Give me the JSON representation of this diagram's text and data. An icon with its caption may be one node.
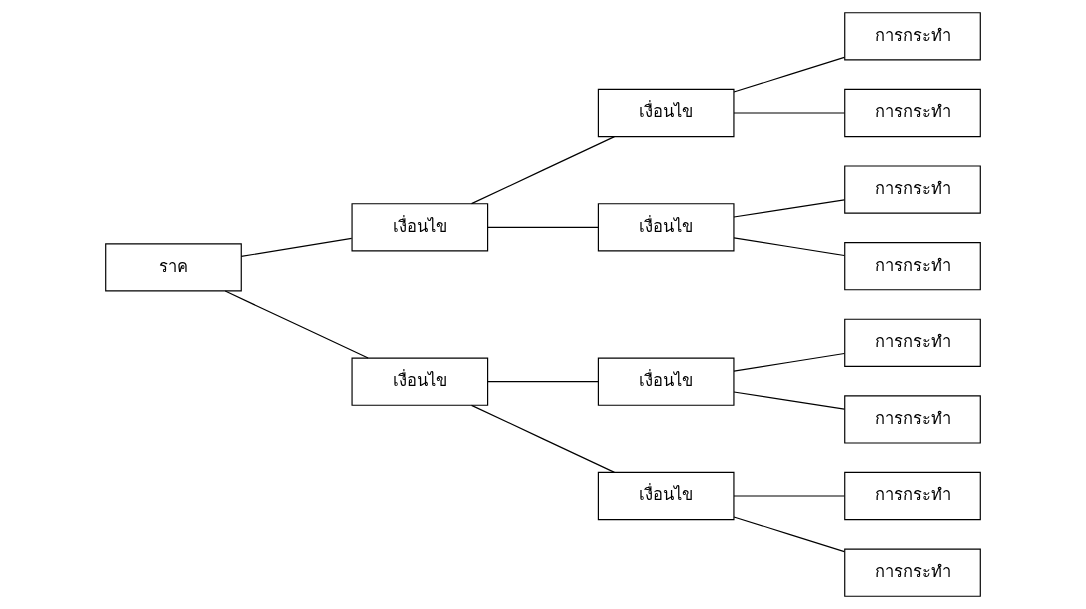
{
  "diagram": {
    "nodes": [
      {
        "text": [
          "ราค"
        ]
      },
      {
        "text": [
          "เงื่อนไข"
        ]
      },
      {
        "text": [
          "เงื่อนไข"
        ]
      },
      {
        "text": [
          "เงื่อนไข"
        ]
      },
      {
        "text": [
          "เงื่อนไข"
        ]
      },
      {
        "text": [
          "เงื่อนไข"
        ]
      },
      {
        "text": [
          "เงื่อนไข"
        ]
      },
      {
        "text": [
          "การกระทำ"
        ]
      },
      {
        "text": [
          "การกระทำ"
        ]
      },
      {
        "text": [
          "การกระทำ"
        ]
      },
      {
        "text": [
          "การกระทำ"
        ]
      },
      {
        "text": [
          "การกระทำ"
        ]
      },
      {
        "text": [
          "การกระทำ"
        ]
      },
      {
        "text": [
          "การกระทำ"
        ]
      },
      {
        "text": [
          "การกระทำ"
        ]
      }
    ],
    "edges": [
      {
        "from": 0,
        "to": 1,
        "arrow": "none"
      },
      {
        "from": 0,
        "to": 2,
        "arrow": "none"
      },
      {
        "from": 1,
        "to": 3,
        "arrow": "none"
      },
      {
        "from": 1,
        "to": 4,
        "arrow": "none"
      },
      {
        "from": 2,
        "to": 5,
        "arrow": "none"
      },
      {
        "from": 2,
        "to": 6,
        "arrow": "none"
      },
      {
        "from": 3,
        "to": 7,
        "arrow": "none"
      },
      {
        "from": 3,
        "to": 8,
        "arrow": "none"
      },
      {
        "from": 4,
        "to": 9,
        "arrow": "none"
      },
      {
        "from": 4,
        "to": 10,
        "arrow": "none"
      },
      {
        "from": 5,
        "to": 11,
        "arrow": "none"
      },
      {
        "from": 5,
        "to": 12,
        "arrow": "none"
      },
      {
        "from": 6,
        "to": 13,
        "arrow": "none"
      },
      {
        "from": 6,
        "to": 14,
        "arrow": "none"
      }
    ]
  }
}
